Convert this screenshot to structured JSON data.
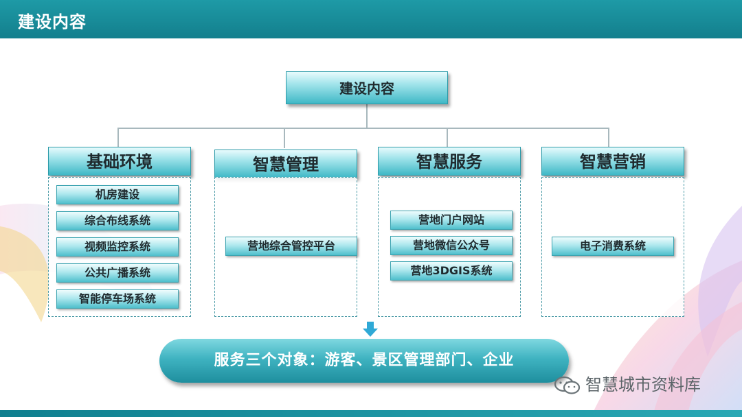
{
  "header": {
    "title": "建设内容"
  },
  "diagram": {
    "root": "建设内容",
    "categories": [
      {
        "label": "基础环境",
        "items": [
          "机房建设",
          "综合布线系统",
          "视频监控系统",
          "公共广播系统",
          "智能停车场系统"
        ]
      },
      {
        "label": "智慧管理",
        "items": [
          "营地综合管控平台"
        ]
      },
      {
        "label": "智慧服务",
        "items": [
          "营地门户网站",
          "营地微信公众号",
          "营地3DGIS系统"
        ]
      },
      {
        "label": "智慧营销",
        "items": [
          "电子消费系统"
        ]
      }
    ],
    "goal": "服务三个对象：游客、景区管理部门、企业"
  },
  "watermark": {
    "text": "智慧城市资料库",
    "icon": "wechat-icon"
  },
  "colors": {
    "accent": "#1a8f9c",
    "box_top": "#e8fbfd",
    "box_bottom": "#3fb8c6"
  }
}
